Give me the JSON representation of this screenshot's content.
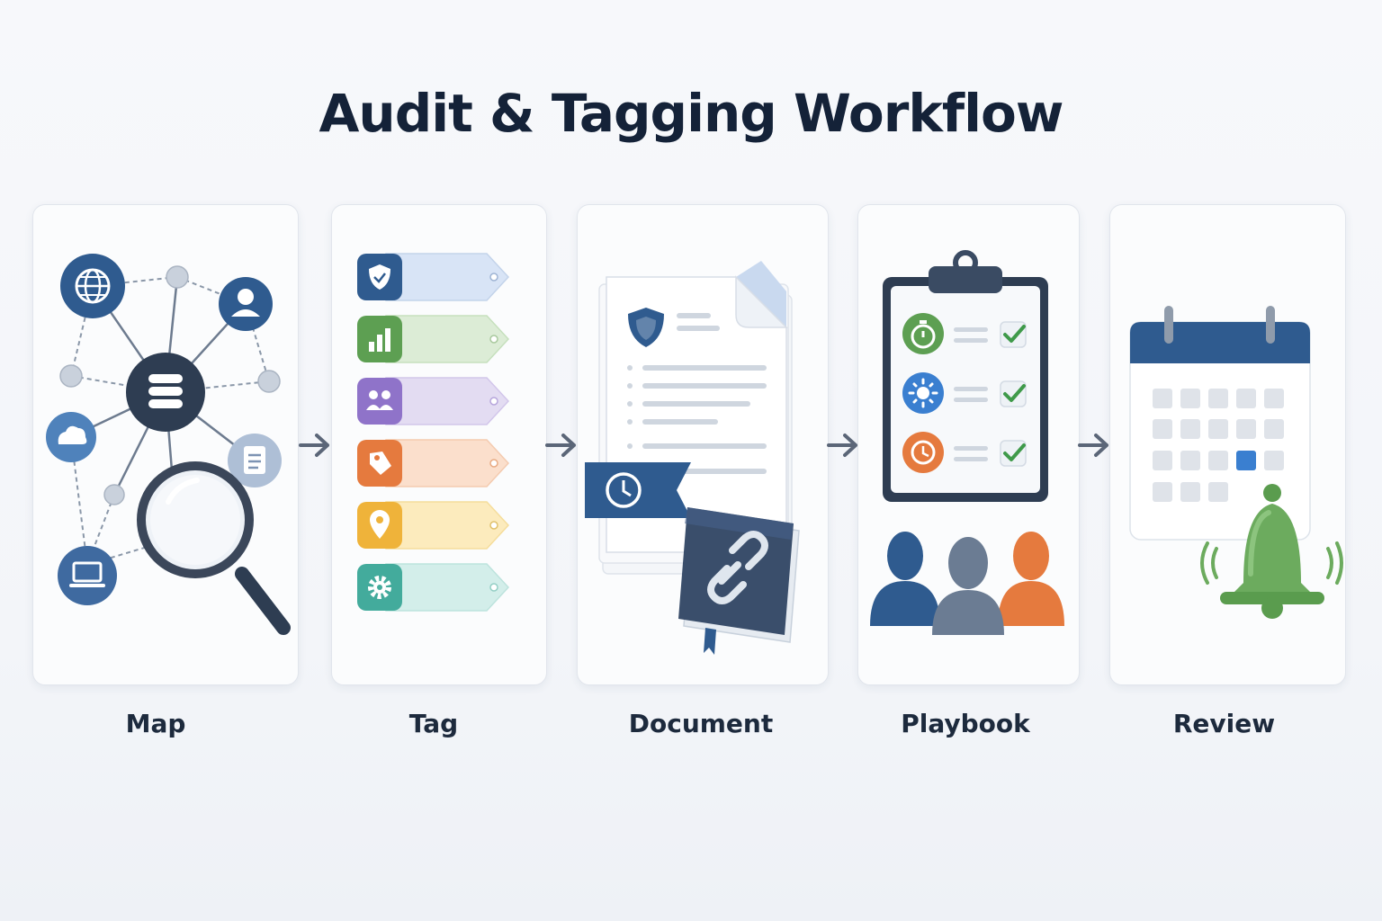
{
  "title": "Audit & Tagging Workflow",
  "steps": [
    {
      "label": "Map"
    },
    {
      "label": "Tag"
    },
    {
      "label": "Document"
    },
    {
      "label": "Playbook"
    },
    {
      "label": "Review"
    }
  ],
  "colors": {
    "navy": "#2f5b8f",
    "dark": "#2e3d52",
    "green": "#6cab5e",
    "purple": "#8f73c9",
    "orange": "#e57a3e",
    "yellow": "#efb33a",
    "teal": "#43ab9c",
    "blue_accent": "#3a7fd0"
  },
  "icons": {
    "map": [
      "globe-icon",
      "user-icon",
      "database-icon",
      "cloud-icon",
      "document-icon",
      "laptop-icon",
      "magnifier-icon"
    ],
    "tag": [
      "shield-icon",
      "bar-chart-icon",
      "people-icon",
      "tag-icon",
      "location-pin-icon",
      "gear-icon"
    ],
    "document": [
      "shield-icon",
      "clock-icon",
      "link-icon",
      "book-icon"
    ],
    "playbook": [
      "clipboard-icon",
      "timer-icon",
      "sun-icon",
      "clock-icon",
      "checkmark-icon",
      "team-icon"
    ],
    "review": [
      "calendar-icon",
      "bell-icon"
    ]
  }
}
